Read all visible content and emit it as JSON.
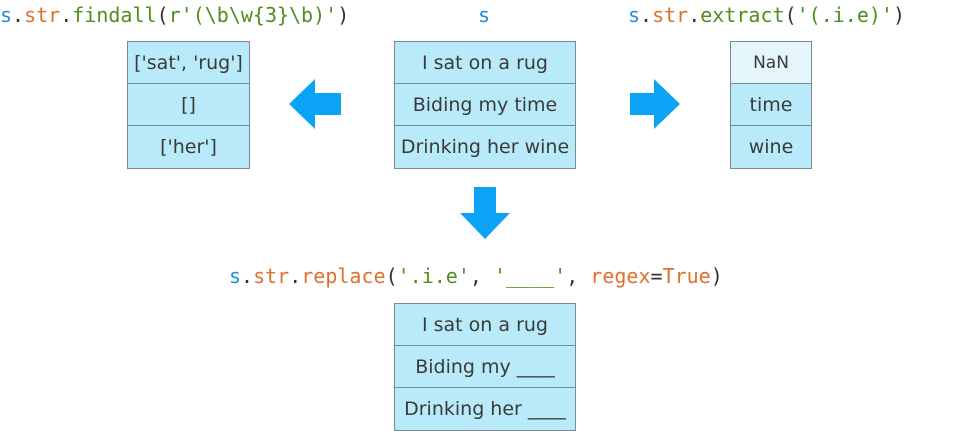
{
  "series": {
    "label": "s",
    "values": [
      "I sat on a rug",
      "Biding my time",
      "Drinking her wine"
    ]
  },
  "findall": {
    "code": {
      "obj": "s",
      "dot1": ".",
      "acc": "str",
      "dot2": ".",
      "method": "findall",
      "open": "(",
      "arg": "r'(\\b\\w{3}\\b)'",
      "close": ")"
    },
    "results": [
      "['sat', 'rug']",
      "[]",
      "['her']"
    ]
  },
  "extract": {
    "code": {
      "obj": "s",
      "dot1": ".",
      "acc": "str",
      "dot2": ".",
      "method": "extract",
      "open": "(",
      "arg": "'(.i.e)'",
      "close": ")"
    },
    "results": [
      "NaN",
      "time",
      "wine"
    ]
  },
  "replace": {
    "code": {
      "obj": "s",
      "dot1": ".",
      "acc": "str",
      "dot2": ".",
      "method": "replace",
      "open": "(",
      "arg1": "'.i.e'",
      "comma1": ", ",
      "arg2": "'____'",
      "comma2": ", ",
      "kw": "regex",
      "eq": "=",
      "kwval": "True",
      "close": ")"
    },
    "results": [
      "I sat on a rug",
      "Biding my ____",
      "Drinking her ____"
    ]
  },
  "colors": {
    "cell_fill": "#b9eaf9",
    "nan_fill": "#e4f6fc",
    "arrow": "#0aa3f5",
    "code_var": "#1f8fd6",
    "code_method": "#4e8f1f",
    "code_keyword": "#e0702b"
  }
}
